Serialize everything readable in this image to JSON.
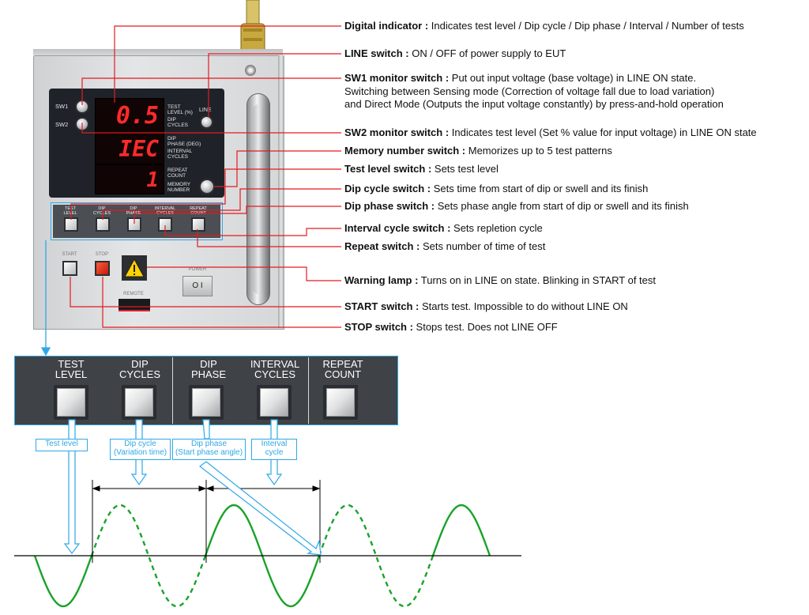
{
  "device": {
    "display_values": [
      "0.5",
      "IEC",
      "1"
    ],
    "sw_labels": [
      "SW1",
      "SW2"
    ],
    "line_label": "LINE",
    "display_labels": [
      [
        "TEST",
        "LEVEL (%)",
        "DIP",
        "CYCLES"
      ],
      [
        "DIP",
        "PHASE (DEG)",
        "INTERVAL",
        "CYCLES"
      ],
      [
        "REPEAT",
        "COUNT",
        "MEMORY",
        "NUMBER"
      ]
    ],
    "selector_labels": [
      [
        "TEST",
        "LEVEL"
      ],
      [
        "DIP",
        "CYCLES"
      ],
      [
        "DIP",
        "PHASE"
      ],
      [
        "INTERVAL",
        "CYCLES"
      ],
      [
        "REPEAT",
        "COUNT"
      ]
    ],
    "start_label": "START",
    "stop_label": "STOP",
    "remote_label": "REMOTE",
    "power_label": "POWER",
    "power_switch_text": "O  I"
  },
  "annotations": [
    {
      "term": "Digital indicator :",
      "desc": " Indicates test level / Dip cycle / Dip phase / Interval / Number of tests"
    },
    {
      "term": "LINE switch :",
      "desc": " ON / OFF of power supply to EUT"
    },
    {
      "term": "SW1 monitor switch :",
      "desc": " Put out input voltage (base voltage) in LINE ON state.",
      "extra": [
        "Switching between Sensing mode (Correction of voltage fall due to load variation)",
        "and Direct Mode (Outputs the input voltage constantly) by press-and-hold operation"
      ]
    },
    {
      "term": "SW2 monitor switch :",
      "desc": " Indicates test level (Set % value for input voltage) in LINE ON state"
    },
    {
      "term": "Memory number switch :",
      "desc": " Memorizes up to 5 test patterns"
    },
    {
      "term": "Test level switch :",
      "desc": " Sets test level"
    },
    {
      "term": "Dip cycle switch :",
      "desc": " Sets time from start of dip or swell and its finish"
    },
    {
      "term": "Dip phase switch :",
      "desc": " Sets phase angle from start of dip or swell and its finish"
    },
    {
      "term": "Interval cycle switch :",
      "desc": " Sets repletion cycle"
    },
    {
      "term": "Repeat switch :",
      "desc": " Sets number of time of test"
    },
    {
      "term": "Warning lamp :",
      "desc": " Turns on in LINE on state.   Blinking in START of test"
    },
    {
      "term": "START switch :",
      "desc": " Starts test.   Impossible to do without LINE ON"
    },
    {
      "term": "STOP switch :",
      "desc": " Stops test.  Does not LINE OFF"
    }
  ],
  "strip": {
    "labels": [
      [
        "TEST",
        "LEVEL"
      ],
      [
        "DIP",
        "CYCLES"
      ],
      [
        "DIP",
        "PHASE"
      ],
      [
        "INTERVAL",
        "CYCLES"
      ],
      [
        "REPEAT",
        "COUNT"
      ]
    ]
  },
  "callouts": [
    [
      "Test level"
    ],
    [
      "Dip cycle",
      "(Variation time)"
    ],
    [
      "Dip phase",
      "(Start phase angle)"
    ],
    [
      "Interval",
      "cycle"
    ]
  ],
  "colors": {
    "wave": "#1aa32a",
    "accent": "#2ea8e6",
    "leader": "#e21b23",
    "display": "#ff2a2a"
  }
}
